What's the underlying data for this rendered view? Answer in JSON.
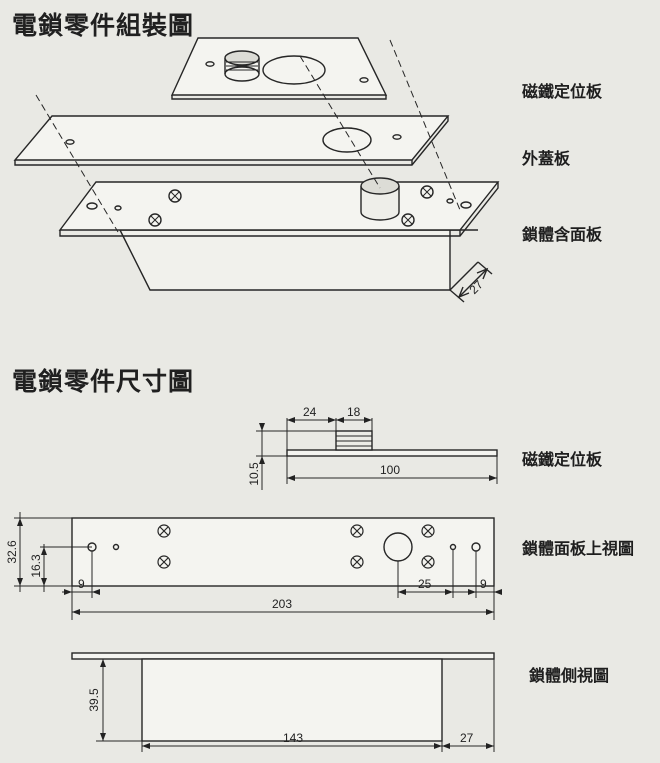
{
  "titles": {
    "assembly": "電鎖零件組裝圖",
    "dimensions": "電鎖零件尺寸圖"
  },
  "assembly_labels": {
    "magnet_plate": "磁鐵定位板",
    "cover_plate": "外蓋板",
    "body_face_plate": "鎖體含面板",
    "depth": "27"
  },
  "dimension_labels": {
    "magnet_plate": "磁鐵定位板",
    "face_plate_top_view": "鎖體面板上視圖",
    "body_side_view": "鎖體側視圖"
  },
  "dimensions": {
    "magnet_offset": "24",
    "magnet_width": "18",
    "magnet_height": "10.5",
    "magnet_length": "100",
    "plate_width": "32.6",
    "plate_half": "16.3",
    "hole_left": "9",
    "hole_right": "9",
    "bolt_offset": "25",
    "plate_length": "203",
    "body_height": "39.5",
    "body_length": "143",
    "body_end": "27"
  }
}
